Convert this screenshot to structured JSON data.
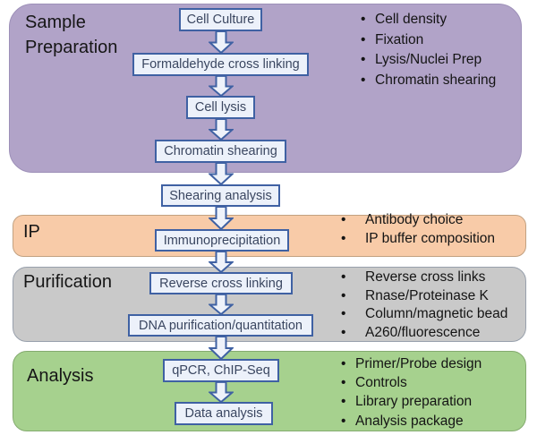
{
  "sections": [
    {
      "id": "sample-preparation",
      "title": "Sample Preparation",
      "fill": "#b1a3c8",
      "border": "#9d90b8",
      "bullets": [
        "Cell density",
        "Fixation",
        "Lysis/Nuclei Prep",
        "Chromatin shearing"
      ]
    },
    {
      "id": "ip",
      "title": "IP",
      "fill": "#f8cba8",
      "border": "#c2a181",
      "bullets": [
        "Antibody choice",
        "IP buffer composition"
      ]
    },
    {
      "id": "purification",
      "title": "Purification",
      "fill": "#c9c9c9",
      "border": "#98a0ac",
      "bullets": [
        "Reverse cross links",
        "Rnase/Proteinase K",
        "Column/magnetic bead",
        "A260/fluorescence"
      ]
    },
    {
      "id": "analysis",
      "title": "Analysis",
      "fill": "#a6d18e",
      "border": "#84ab6f",
      "bullets": [
        "Primer/Probe design",
        "Controls",
        "Library preparation",
        "Analysis package"
      ]
    }
  ],
  "steps": [
    "Cell Culture",
    "Formaldehyde cross linking",
    "Cell lysis",
    "Chromatin shearing",
    "Shearing analysis",
    "Immunoprecipitation",
    "Reverse cross linking",
    "DNA purification/quantitation",
    "qPCR, ChIP-Seq",
    "Data analysis"
  ],
  "colors": {
    "step_fill": "#ecf1fa",
    "step_border": "#3f61a3",
    "arrow_fill": "#eef2fa",
    "arrow_border": "#3f61a3"
  }
}
